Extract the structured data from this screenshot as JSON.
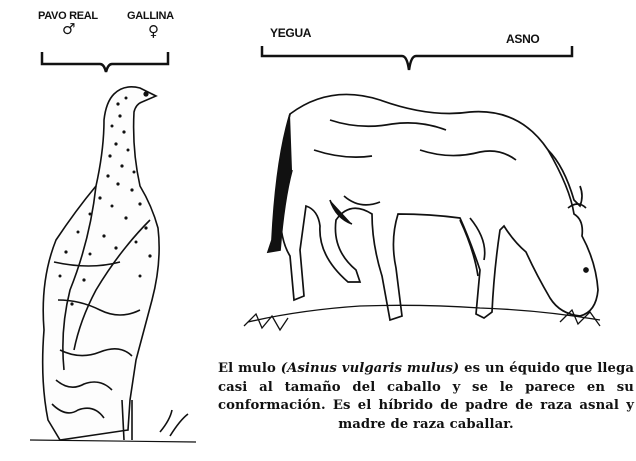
{
  "labels": {
    "pavo_real": "PAVO REAL",
    "gallina": "GALLINA",
    "male_symbol": "♂",
    "female_symbol": "♀",
    "yegua": "YEGUA",
    "asno": "ASNO"
  },
  "caption": {
    "part1": "El mulo ",
    "species": "(Asinus vulgaris mulus)",
    "part2": " es un équido que llega casi al tamaño del caballo y se le parece en su conformación. Es el híbrido de padre de raza asnal y madre de raza caballar."
  },
  "colors": {
    "ink": "#111111",
    "paper": "#ffffff"
  },
  "icons": [
    "bird-illustration",
    "mule-illustration",
    "male-symbol-icon",
    "female-symbol-icon"
  ]
}
